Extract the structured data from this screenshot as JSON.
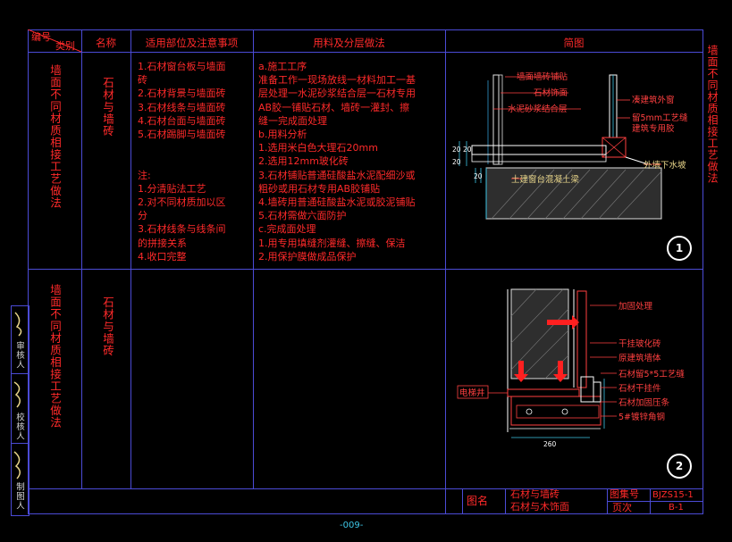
{
  "header": {
    "code_label": "编号",
    "category_label": "类别",
    "name_label": "名称",
    "scope_label": "适用部位及注意事项",
    "material_label": "用料及分层做法",
    "diagram_label": "简图"
  },
  "side_title": "墙面不同材质相接工艺做法",
  "rows": [
    {
      "category": "墙面不同材质相接工艺做法",
      "name": "石材与墙砖",
      "scope_text": "1.石材窗台板与墙面\n砖\n2.石材背景与墙面砖\n3.石材线条与墙面砖\n4.石材台面与墙面砖\n5.石材踢脚与墙面砖\n\n\n注:\n1.分清贴法工艺\n2.对不同材质加以区\n分\n3.石材线条与线条间\n的拼接关系\n4.收口完整",
      "material_text": "a.施工工序\n准备工作一现场放线一材料加工一基\n层处理一水泥砂浆结合层一石材专用\nAB胶一铺贴石材、墙砖一灌封、擦\n缝一完成面处理\nb.用料分析\n1.选用米白色大理石20mm\n2.选用12mm玻化砖\n3.石材铺贴普通硅酸盐水泥配细沙或\n粗砂或用石材专用AB胶铺贴\n4.墙砖用普通硅酸盐水泥或胶泥铺贴\n5.石材需做六面防护\nc.完成面处理\n1.用专用填缝剂灌缝、擦缝、保洁\n2.用保护膜做成品保护",
      "diagram_number": "1",
      "labels": [
        "墙面墙砖铺贴",
        "石材饰面",
        "水泥砂浆结合层",
        "凑建筑外窗",
        "留5mm工艺缝\n建筑专用胶",
        "外墙下水坡",
        "土建窗台混凝土梁"
      ],
      "dims": [
        "20",
        "20",
        "20",
        "20"
      ]
    },
    {
      "category": "墙面不同材质相接工艺做法",
      "name": "石材与墙砖",
      "diagram_number": "2",
      "labels": [
        "加固处理",
        "干挂玻化砖",
        "原建筑墙体",
        "石材留5*5工艺缝",
        "石材干挂件",
        "石材加固压条",
        "5#镀锌角钢",
        "电梯井"
      ],
      "dims": [
        "260"
      ]
    }
  ],
  "footer": {
    "figure_name_label": "图名",
    "figure_name_1": "石材与墙砖",
    "figure_name_2": "石材与木饰面",
    "atlas_label": "图集号",
    "atlas_value": "BJZS15-1",
    "page_label": "页次",
    "page_value": "B-1",
    "page_number": "-009-"
  },
  "left_strip": [
    "审核人",
    "校核人",
    "制图人"
  ]
}
